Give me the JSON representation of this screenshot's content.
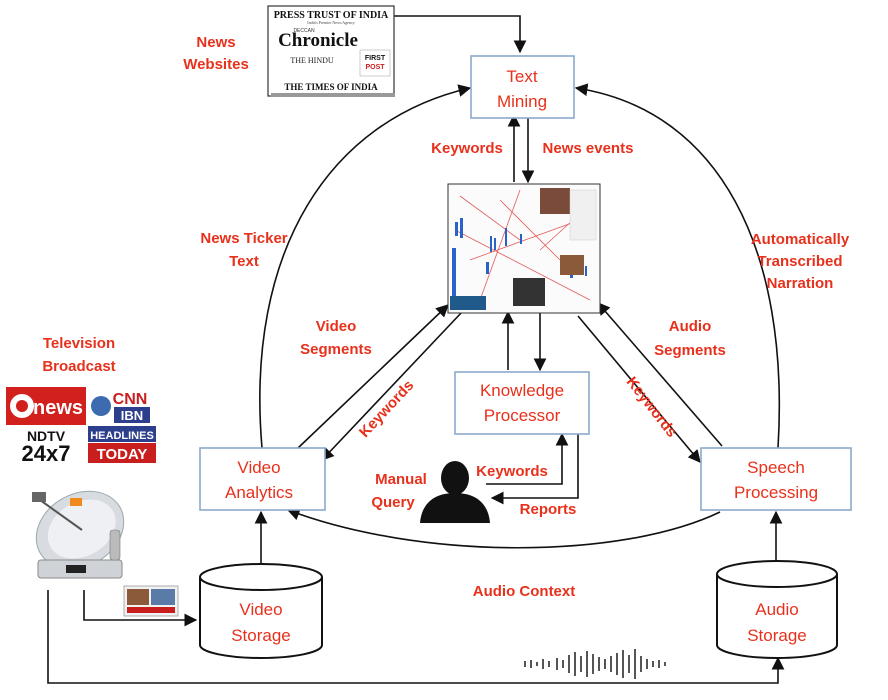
{
  "labels": {
    "news_websites": [
      "News",
      "Websites"
    ],
    "text_mining": [
      "Text",
      "Mining"
    ],
    "keywords_top": "Keywords",
    "news_events": "News events",
    "news_ticker": [
      "News Ticker",
      "Text"
    ],
    "auto_transcribed": [
      "Automatically",
      "Transcribed",
      "Narration"
    ],
    "tv_broadcast": [
      "Television",
      "Broadcast"
    ],
    "video_segments": [
      "Video",
      "Segments"
    ],
    "audio_segments": [
      "Audio",
      "Segments"
    ],
    "knowledge_processor": [
      "Knowledge",
      "Processor"
    ],
    "keywords_left": "Keywords",
    "keywords_right": "Keywords",
    "video_analytics": [
      "Video",
      "Analytics"
    ],
    "speech_processing": [
      "Speech",
      "Processing"
    ],
    "manual_query": [
      "Manual",
      "Query"
    ],
    "keywords_kp": "Keywords",
    "reports": "Reports",
    "audio_context": "Audio Context",
    "video_storage": [
      "Video",
      "Storage"
    ],
    "audio_storage": [
      "Audio",
      "Storage"
    ]
  },
  "newspapers": {
    "pti": "PRESS TRUST OF INDIA",
    "pti_sub": "India's Premier News Agency",
    "deccan": "DECCAN",
    "chronicle": "Chronicle",
    "hindu": "THE HINDU",
    "firstpost": [
      "FIRST",
      "POST"
    ],
    "toi": "THE TIMES OF INDIA"
  },
  "channels": {
    "dd": "news",
    "cnn": "CNN",
    "ibn": "IBN",
    "ndtv": "NDTV",
    "n24x7": "24x7",
    "headlines": "HEADLINES",
    "today": "TODAY"
  },
  "colors": {
    "label_red": "#e8311c",
    "box_border": "#8aa9cc"
  }
}
